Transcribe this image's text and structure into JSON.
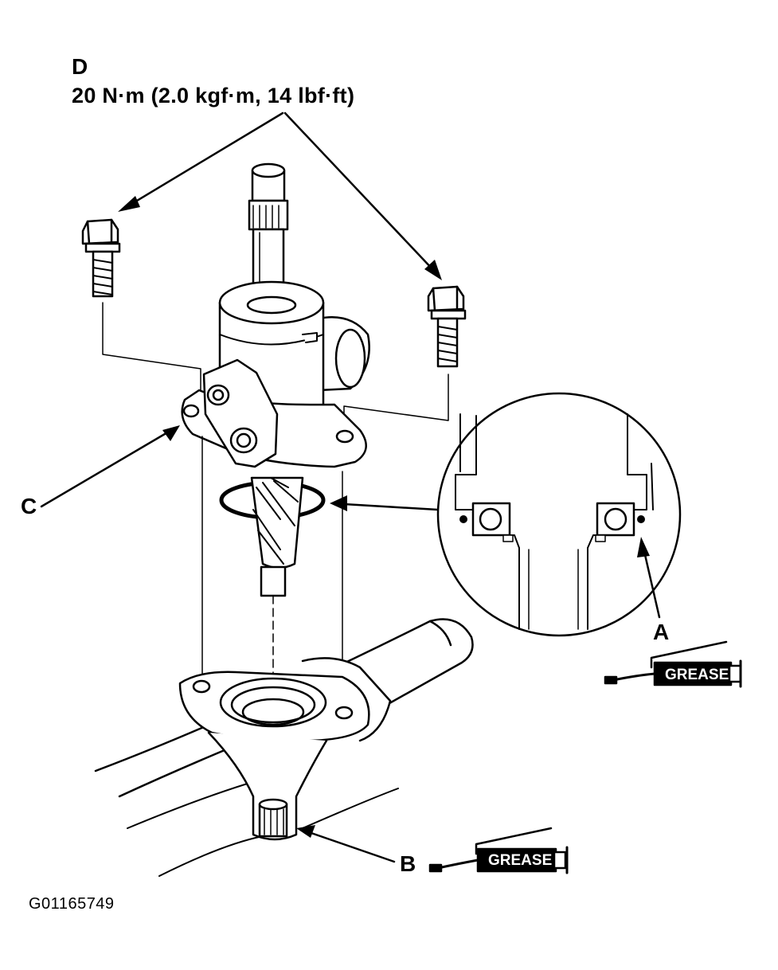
{
  "labels": {
    "d": "D",
    "torque": "20 N·m (2.0 kgf·m, 14 lbf·ft)",
    "c": "C",
    "a": "A",
    "b": "B",
    "figure_id": "G01165749"
  },
  "grease_gun": {
    "label": "GREASE"
  },
  "colors": {
    "ink": "#000000",
    "paper": "#ffffff"
  }
}
